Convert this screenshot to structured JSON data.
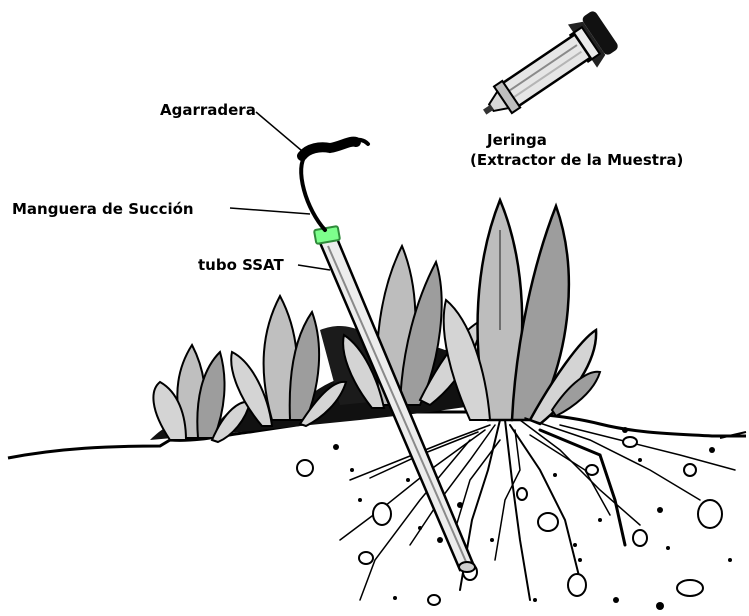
{
  "labels": {
    "handle": "Agarradera",
    "syringe": "Jeringa",
    "syringe_sub": "(Extractor de la Muestra)",
    "hose": "Manguera de Succión",
    "tube": "tubo SSAT"
  },
  "colors": {
    "ink": "#000000",
    "leaf_light": "#d4d4d4",
    "leaf_mid": "#9d9d9d",
    "cap_green": "#7dff8c"
  }
}
